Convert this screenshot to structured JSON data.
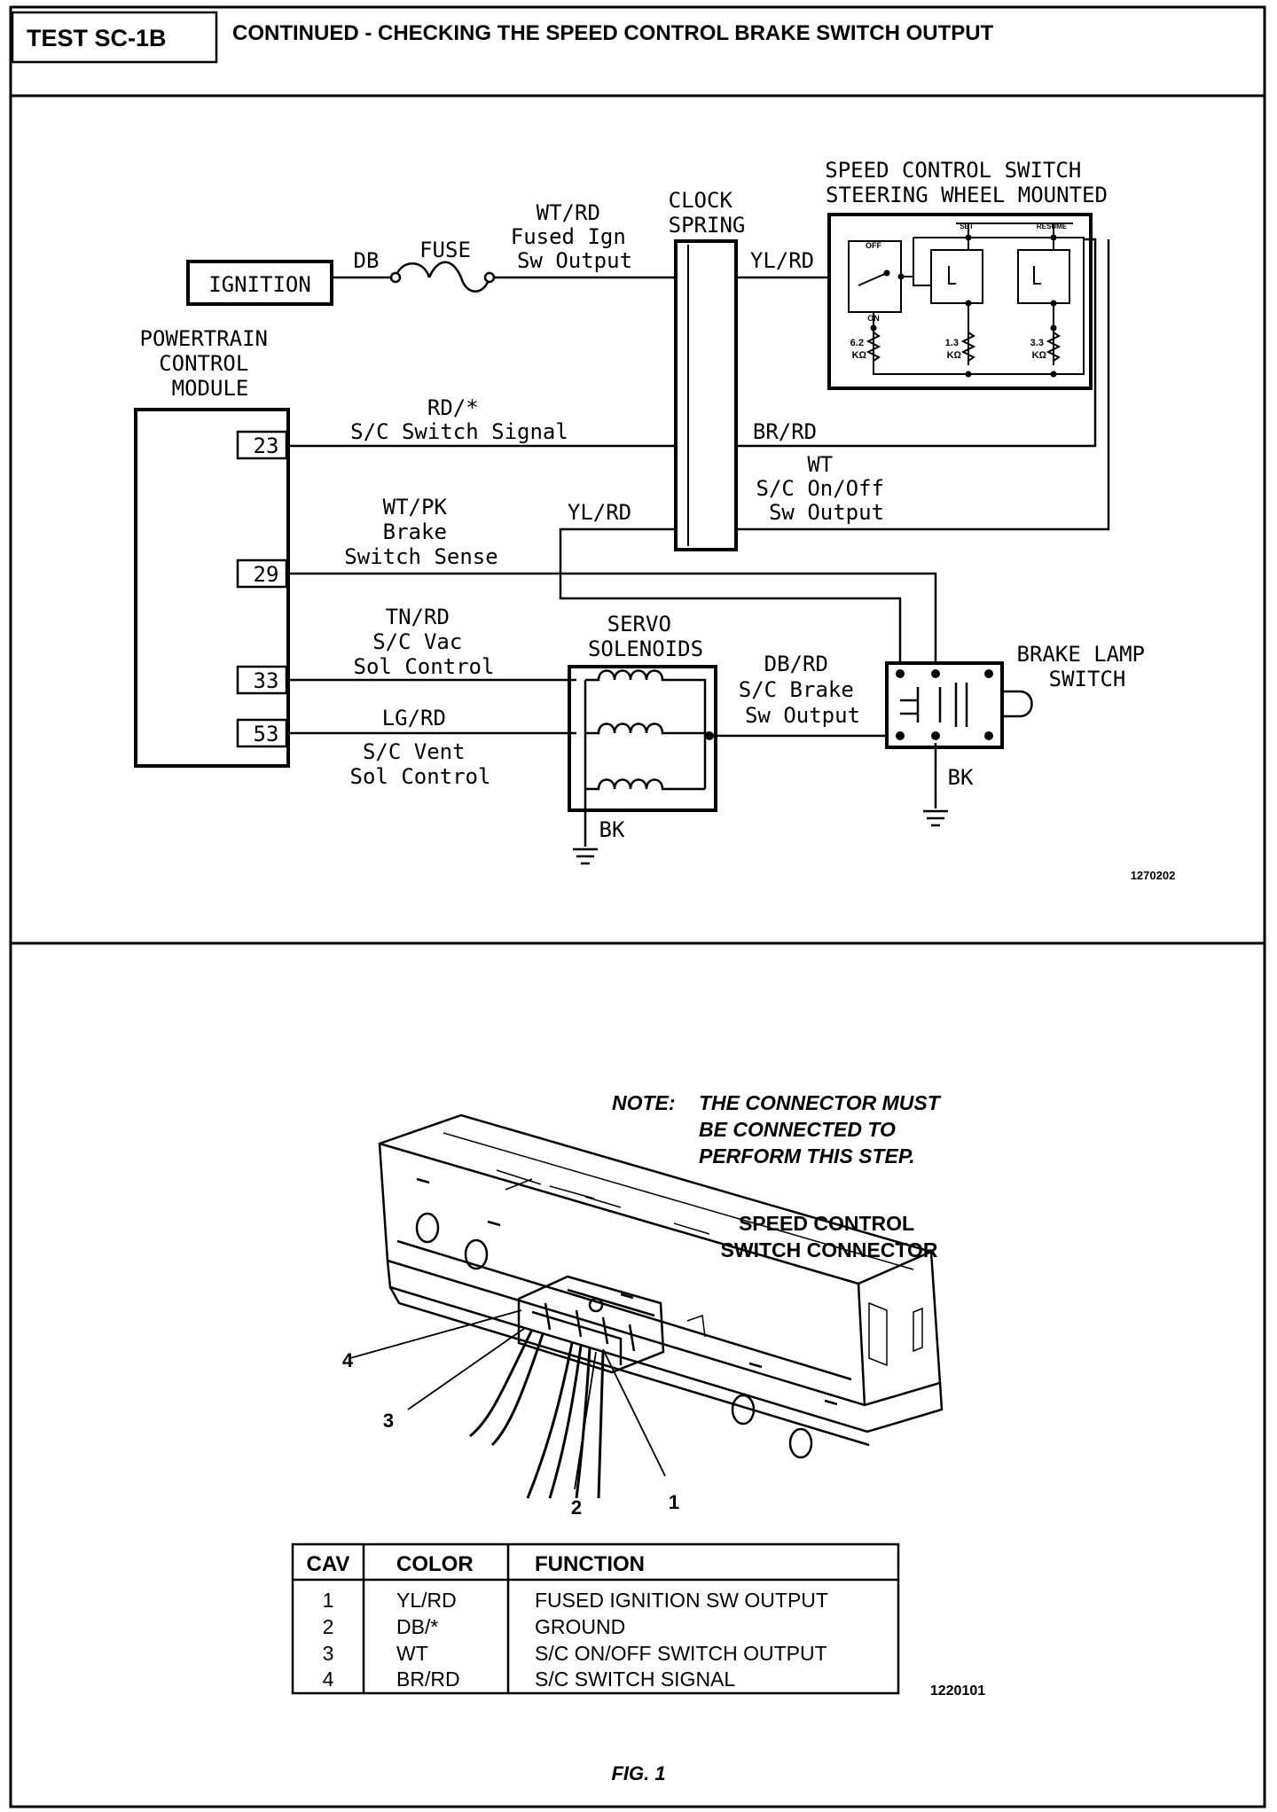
{
  "header": {
    "test_id": "TEST SC-1B",
    "title": "CONTINUED - CHECKING THE SPEED CONTROL BRAKE SWITCH OUTPUT"
  },
  "schematic": {
    "ignition": "IGNITION",
    "db": "DB",
    "fuse": "FUSE",
    "fused_ign": [
      "WT/RD",
      "Fused Ign",
      "Sw Output"
    ],
    "clock_spring": [
      "CLOCK",
      "SPRING"
    ],
    "yl_rd_top": "YL/RD",
    "sc_switch_title": [
      "SPEED CONTROL SWITCH",
      "STEERING WHEEL MOUNTED"
    ],
    "switch_off": "OFF",
    "switch_on": "ON",
    "switch_set": "SET",
    "switch_resume": "RESUME",
    "res1": [
      "6.2",
      "KΩ"
    ],
    "res2": [
      "1.3",
      "KΩ"
    ],
    "res3": [
      "3.3",
      "KΩ"
    ],
    "pcm_title": [
      "POWERTRAIN",
      "CONTROL",
      "MODULE"
    ],
    "pin23": "23",
    "pin29": "29",
    "pin33": "33",
    "pin53": "53",
    "sc_switch_signal": [
      "RD/*",
      "S/C Switch Signal"
    ],
    "br_rd": "BR/RD",
    "wt_onoff": [
      "WT",
      "S/C On/Off",
      "Sw Output"
    ],
    "brake_sense": [
      "WT/PK",
      "Brake",
      "Switch Sense"
    ],
    "yl_rd_mid": "YL/RD",
    "vac_sol": [
      "TN/RD",
      "S/C Vac",
      "Sol Control"
    ],
    "vent_sol": [
      "LG/RD",
      "S/C Vent",
      "Sol Control"
    ],
    "servo": [
      "SERVO",
      "SOLENOIDS"
    ],
    "brake_out": [
      "DB/RD",
      "S/C Brake",
      "Sw Output"
    ],
    "brake_lamp": [
      "BRAKE LAMP",
      "SWITCH"
    ],
    "bk_servo": "BK",
    "bk_brake": "BK",
    "fig_code": "1270202"
  },
  "connector": {
    "note_label": "NOTE:",
    "note_lines": [
      "THE CONNECTOR MUST",
      "BE CONNECTED TO",
      "PERFORM THIS STEP."
    ],
    "title_lines": [
      "SPEED CONTROL",
      "SWITCH CONNECTOR"
    ],
    "callout_1": "1",
    "callout_2": "2",
    "callout_3": "3",
    "callout_4": "4"
  },
  "table": {
    "headers": [
      "CAV",
      "COLOR",
      "FUNCTION"
    ],
    "rows": [
      [
        "1",
        "YL/RD",
        "FUSED IGNITION SW OUTPUT"
      ],
      [
        "2",
        "DB/*",
        "GROUND"
      ],
      [
        "3",
        "WT",
        "S/C ON/OFF SWITCH OUTPUT"
      ],
      [
        "4",
        "BR/RD",
        "S/C SWITCH SIGNAL"
      ]
    ],
    "code": "1220101"
  },
  "caption": "FIG. 1"
}
